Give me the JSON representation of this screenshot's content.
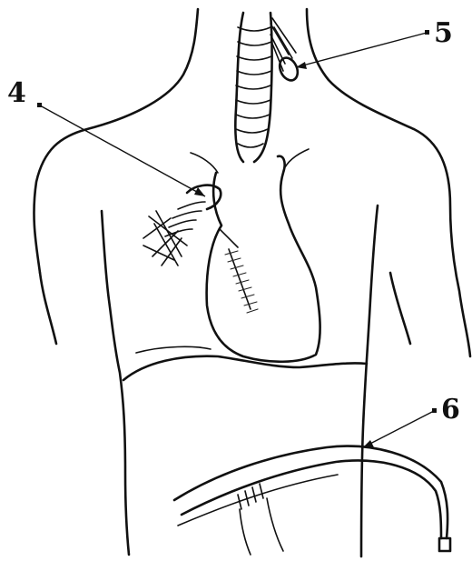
{
  "figure": {
    "callouts": [
      {
        "id": "4",
        "label": "4"
      },
      {
        "id": "5",
        "label": "5"
      },
      {
        "id": "6",
        "label": "6"
      }
    ]
  }
}
